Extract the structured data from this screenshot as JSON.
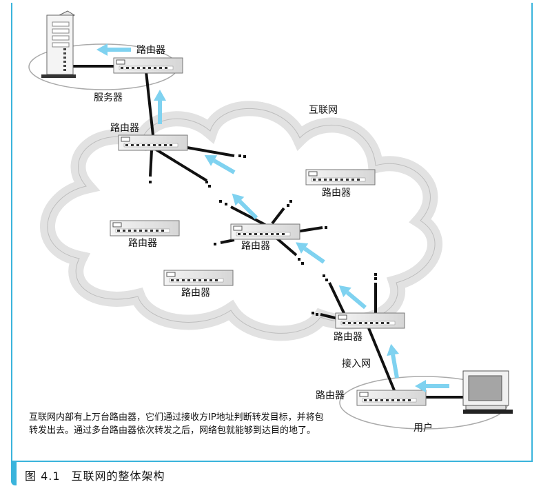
{
  "labels": {
    "router": "路由器",
    "server": "服务器",
    "internet": "互联网",
    "access_network": "接入网",
    "user": "用户"
  },
  "note": "互联网内部有上万台路由器，它们通过接收方IP地址判断转发目标，并将包转发出去。通过多台路由器依次转发之后，网络包就能够到达目的地了。",
  "caption": {
    "number": "图 4.1",
    "title": "互联网的整体架构"
  },
  "colors": {
    "accent": "#3ab4dc",
    "arrow": "#7fd2f0",
    "cloud": "#e4e4e4"
  }
}
